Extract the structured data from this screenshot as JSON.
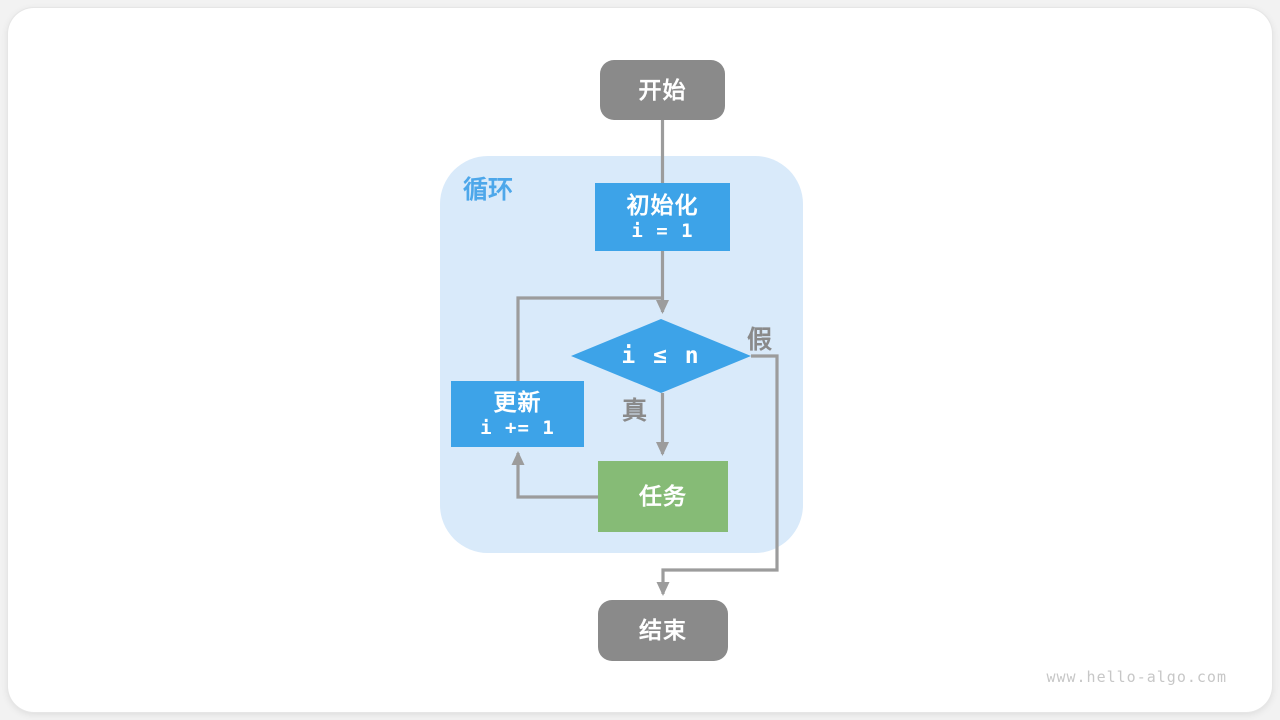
{
  "diagram": {
    "loop_label": "循环",
    "nodes": {
      "start": {
        "label": "开始"
      },
      "init": {
        "label": "初始化",
        "code": "i = 1"
      },
      "cond": {
        "label": "i ≤ n"
      },
      "update": {
        "label": "更新",
        "code": "i += 1"
      },
      "task": {
        "label": "任务"
      },
      "end": {
        "label": "结束"
      }
    },
    "edges": {
      "true_label": "真",
      "false_label": "假"
    },
    "watermark": "www.hello-algo.com",
    "colors": {
      "terminal_gray": "#8a8a8a",
      "process_blue": "#3da3e8",
      "process_green": "#86bb76",
      "loop_container_blue": "#d9eafa",
      "loop_label_blue": "#4da7ea",
      "connector_gray": "#9c9c9c",
      "branch_label_gray": "#8a8a8a",
      "watermark_gray": "#c7c7c7",
      "card_background": "#ffffff"
    }
  }
}
